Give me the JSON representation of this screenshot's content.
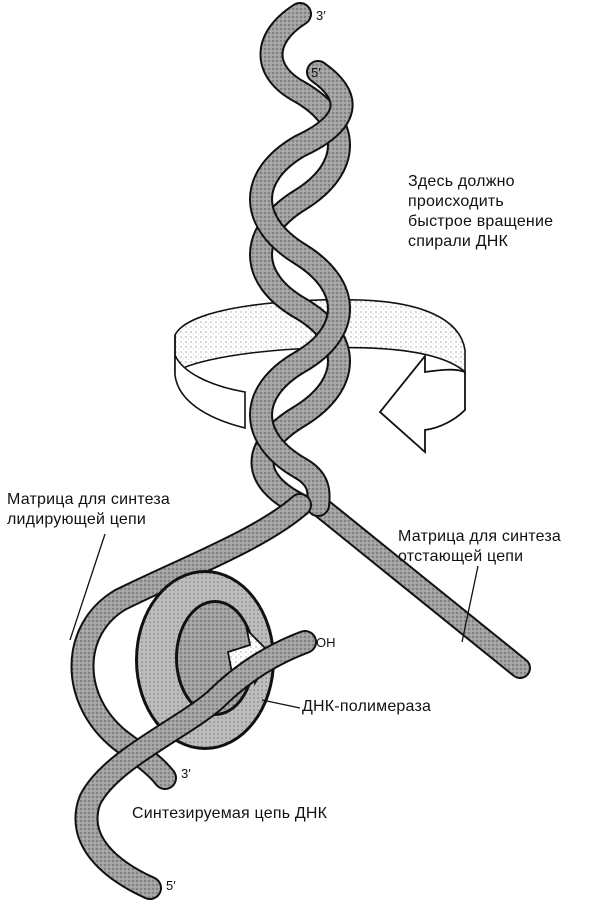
{
  "labels": {
    "rotation": [
      "Здесь должно",
      "происходить",
      "быстрое  вращение",
      "спирали  ДНК"
    ],
    "leading_template": [
      "Матрица для синтеза",
      "лидирующей цепи"
    ],
    "lagging_template": [
      "Матрица для  синтеза",
      "отстающей цепи"
    ],
    "polymerase": "ДНК-полимераза",
    "new_strand": "Синтезируемая  цепь ДНК"
  },
  "ends": {
    "top_3": "3′",
    "top_5": "5′",
    "oh": "OH",
    "bottom_3": "3′",
    "bottom_5": "5′"
  },
  "colors": {
    "strand_fill": "#9a9a9a",
    "strand_outline": "#1a1a1a",
    "ring_fill": "#b4b4b4",
    "background": "#ffffff"
  }
}
